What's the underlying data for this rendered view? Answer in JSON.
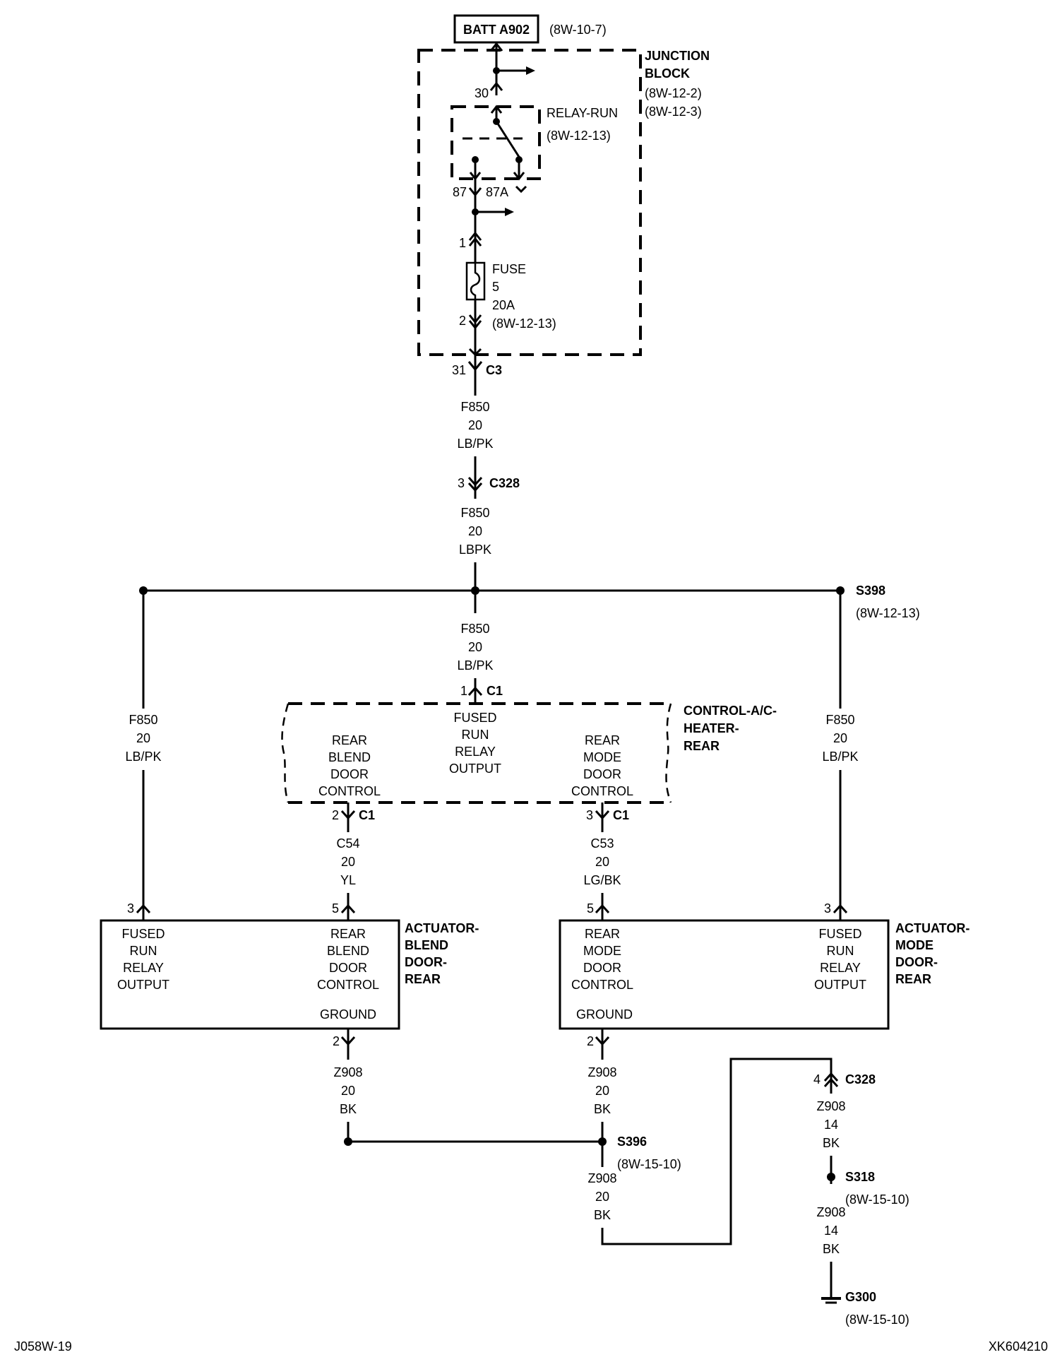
{
  "batt": {
    "label": "BATT A902",
    "ref": "(8W-10-7)"
  },
  "junction_block": {
    "title1": "JUNCTION",
    "title2": "BLOCK",
    "ref1": "(8W-12-2)",
    "ref2": "(8W-12-3)"
  },
  "relay": {
    "title": "RELAY-RUN",
    "ref": "(8W-12-13)",
    "pin_in": "30",
    "pin_87": "87",
    "pin_87a": "87A"
  },
  "fuse": {
    "pin1": "1",
    "pin2": "2",
    "label": "FUSE",
    "number": "5",
    "rating": "20A",
    "ref": "(8W-12-13)"
  },
  "conn_c3": {
    "pin": "31",
    "name": "C3"
  },
  "wire_feed1": {
    "circuit": "F850",
    "gauge": "20",
    "color": "LB/PK"
  },
  "conn_c328_top": {
    "pin": "3",
    "name": "C328"
  },
  "wire_feed2": {
    "circuit": "F850",
    "gauge": "20",
    "color": "LBPK"
  },
  "splice_s398": {
    "name": "S398",
    "ref": "(8W-12-13)"
  },
  "wire_feed3": {
    "circuit": "F850",
    "gauge": "20",
    "color": "LB/PK"
  },
  "wire_left": {
    "circuit": "F850",
    "gauge": "20",
    "color": "LB/PK"
  },
  "wire_right": {
    "circuit": "F850",
    "gauge": "20",
    "color": "LB/PK"
  },
  "controller": {
    "title1": "CONTROL-A/C-",
    "title2": "HEATER-",
    "title3": "REAR",
    "conn_top_pin": "1",
    "conn_top_name": "C1",
    "left_lines": [
      "REAR",
      "BLEND",
      "DOOR",
      "CONTROL"
    ],
    "center_lines": [
      "FUSED",
      "RUN",
      "RELAY",
      "OUTPUT"
    ],
    "right_lines": [
      "REAR",
      "MODE",
      "DOOR",
      "CONTROL"
    ],
    "pin_left": "2",
    "conn_left": "C1",
    "pin_right": "3",
    "conn_right": "C1"
  },
  "wire_c54": {
    "circuit": "C54",
    "gauge": "20",
    "color": "YL"
  },
  "wire_c53": {
    "circuit": "C53",
    "gauge": "20",
    "color": "LG/BK"
  },
  "act_blend": {
    "title1": "ACTUATOR-",
    "title2": "BLEND",
    "title3": "DOOR-",
    "title4": "REAR",
    "pin_power": "3",
    "pin_control": "5",
    "pin_ground": "2",
    "left_lines": [
      "FUSED",
      "RUN",
      "RELAY",
      "OUTPUT"
    ],
    "right_lines": [
      "REAR",
      "BLEND",
      "DOOR",
      "CONTROL"
    ],
    "ground": "GROUND"
  },
  "act_mode": {
    "title1": "ACTUATOR-",
    "title2": "MODE",
    "title3": "DOOR-",
    "title4": "REAR",
    "pin_control": "5",
    "pin_power": "3",
    "pin_ground": "2",
    "left_lines": [
      "REAR",
      "MODE",
      "DOOR",
      "CONTROL"
    ],
    "right_lines": [
      "FUSED",
      "RUN",
      "RELAY",
      "OUTPUT"
    ],
    "ground": "GROUND"
  },
  "wire_z908_left": {
    "circuit": "Z908",
    "gauge": "20",
    "color": "BK"
  },
  "wire_z908_mid": {
    "circuit": "Z908",
    "gauge": "20",
    "color": "BK"
  },
  "splice_s396": {
    "name": "S396",
    "ref": "(8W-15-10)"
  },
  "wire_z908_mid2": {
    "circuit": "Z908",
    "gauge": "20",
    "color": "BK"
  },
  "conn_c328_bottom": {
    "pin": "4",
    "name": "C328"
  },
  "wire_z908_r1": {
    "circuit": "Z908",
    "gauge": "14",
    "color": "BK"
  },
  "splice_s318": {
    "name": "S318",
    "ref": "(8W-15-10)"
  },
  "wire_z908_r2": {
    "circuit": "Z908",
    "gauge": "14",
    "color": "BK"
  },
  "ground_g300": {
    "name": "G300",
    "ref": "(8W-15-10)"
  },
  "footer": {
    "left": "J058W-19",
    "right": "XK604210"
  }
}
